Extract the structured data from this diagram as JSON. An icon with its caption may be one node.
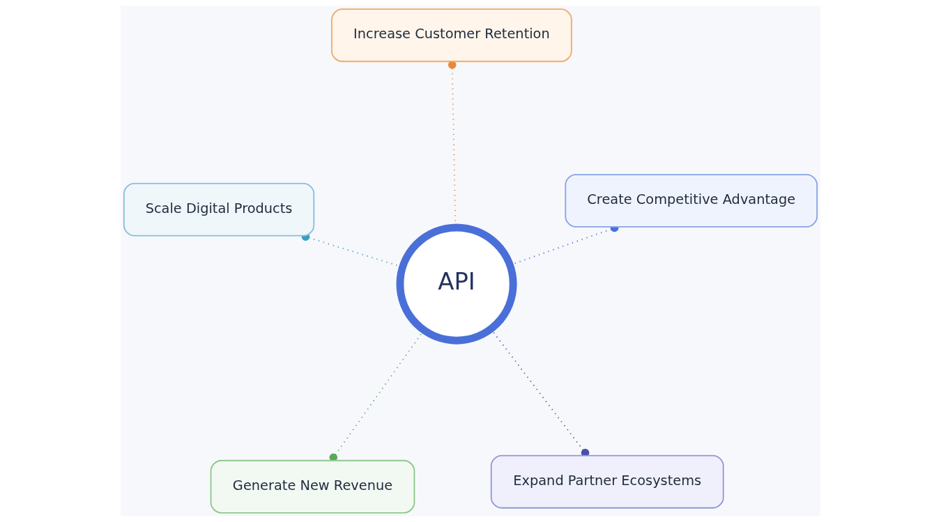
{
  "diagram": {
    "nodes": [
      {
        "text": [
          "Generate New Revenue"
        ]
      },
      {
        "text": [
          "Expand Partner Ecosystems"
        ]
      },
      {
        "text": [
          "API"
        ]
      },
      {
        "text": [
          "Increase Customer Retention"
        ]
      },
      {
        "text": [
          "Create Competitive Advantage"
        ]
      },
      {
        "text": [
          "Scale Digital Products"
        ]
      }
    ],
    "edges": [
      {
        "from": 0,
        "to": 2,
        "arrow": "other",
        "style": "dashed",
        "color": "#5aa85a"
      },
      {
        "from": 1,
        "to": 2,
        "arrow": "other",
        "style": "dashed",
        "color": "#4a4fa8"
      },
      {
        "from": 3,
        "to": 2,
        "arrow": "other",
        "style": "dashed",
        "color": "#e8893a"
      },
      {
        "from": 4,
        "to": 2,
        "arrow": "other",
        "style": "dashed",
        "color": "#4a6fd8"
      },
      {
        "from": 5,
        "to": 2,
        "arrow": "other",
        "style": "dashed",
        "color": "#3a9fc0"
      }
    ]
  }
}
